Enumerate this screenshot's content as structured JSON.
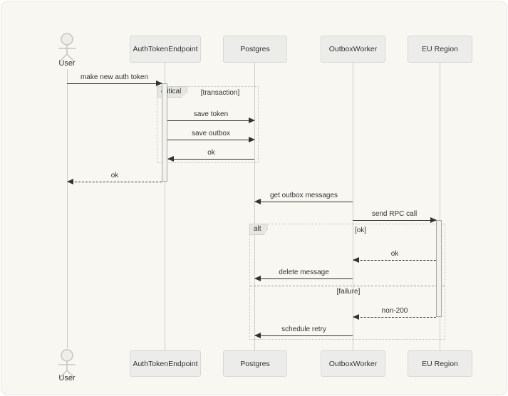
{
  "diagram_type": "sequence-diagram",
  "colors": {
    "canvas_background": "#f8f7f2",
    "participant_fill": "#ececea",
    "participant_border": "#d8d8d3",
    "lifeline": "#cdcdc8",
    "message_line": "#333333",
    "frame_border": "#c3c3be",
    "frame_tab_fill": "#e7e7e2",
    "text": "#333333"
  },
  "actors": [
    {
      "id": "user",
      "name": "User",
      "type": "actor"
    },
    {
      "id": "auth",
      "name": "AuthTokenEndpoint",
      "type": "participant"
    },
    {
      "id": "postgres",
      "name": "Postgres",
      "type": "participant"
    },
    {
      "id": "outbox",
      "name": "OutboxWorker",
      "type": "participant"
    },
    {
      "id": "eu",
      "name": "EU Region",
      "type": "participant"
    }
  ],
  "messages": [
    {
      "from": "User",
      "to": "AuthTokenEndpoint",
      "label": "make new auth token",
      "line": "solid"
    },
    {
      "from": "AuthTokenEndpoint",
      "to": "Postgres",
      "label": "save token",
      "line": "solid"
    },
    {
      "from": "AuthTokenEndpoint",
      "to": "Postgres",
      "label": "save outbox",
      "line": "solid"
    },
    {
      "from": "Postgres",
      "to": "AuthTokenEndpoint",
      "label": "ok",
      "line": "solid"
    },
    {
      "from": "AuthTokenEndpoint",
      "to": "User",
      "label": "ok",
      "line": "dashed"
    },
    {
      "from": "OutboxWorker",
      "to": "Postgres",
      "label": "get outbox messages",
      "line": "solid"
    },
    {
      "from": "OutboxWorker",
      "to": "EU Region",
      "label": "send RPC call",
      "line": "solid"
    },
    {
      "from": "EU Region",
      "to": "OutboxWorker",
      "label": "ok",
      "line": "dashed"
    },
    {
      "from": "OutboxWorker",
      "to": "Postgres",
      "label": "delete message",
      "line": "solid"
    },
    {
      "from": "EU Region",
      "to": "OutboxWorker",
      "label": "non-200",
      "line": "dashed"
    },
    {
      "from": "OutboxWorker",
      "to": "Postgres",
      "label": "schedule retry",
      "line": "solid"
    }
  ],
  "blocks": {
    "critical": {
      "label": "critical",
      "condition": "[transaction]"
    },
    "alt": {
      "label": "alt",
      "conditions": [
        "[ok]",
        "[failure]"
      ]
    }
  }
}
